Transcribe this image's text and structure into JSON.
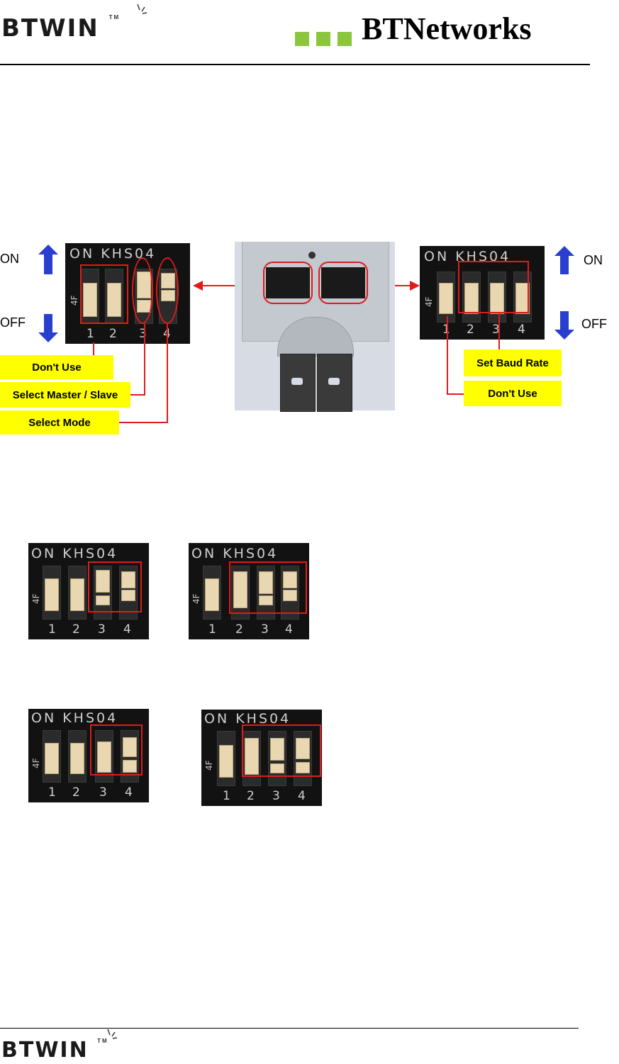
{
  "header": {
    "logo_left": "BTWIN",
    "logo_tm": "TM",
    "logo_right": "BTNetworks"
  },
  "footer": {
    "logo": "BTWIN",
    "logo_tm": "TM"
  },
  "dip_switch": {
    "label": "ON KHS04",
    "side": "4F",
    "numbers": [
      "1",
      "2",
      "3",
      "4"
    ]
  },
  "diagram": {
    "on_label": "ON",
    "off_label": "OFF",
    "left_callouts": [
      "Don't Use",
      "Select Master / Slave",
      "Select Mode"
    ],
    "right_callouts": [
      "Set Baud Rate",
      "Don't Use"
    ]
  },
  "colors": {
    "callout": "#ffff00",
    "highlight": "#e01b1b",
    "arrow": "#2a3fd0",
    "brand_square": "#8cc63f"
  }
}
